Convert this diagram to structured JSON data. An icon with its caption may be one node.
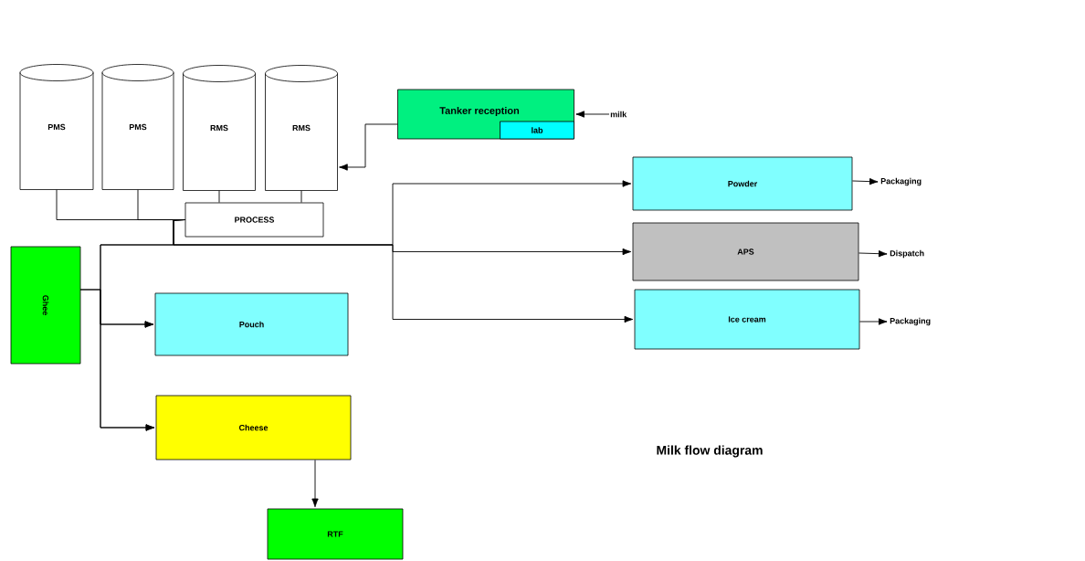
{
  "diagram": {
    "title": "Milk flow diagram",
    "nodes": [
      {
        "text": [
          "PMS"
        ]
      },
      {
        "text": [
          "PMS"
        ]
      },
      {
        "text": [
          "RMS"
        ]
      },
      {
        "text": [
          "RMS"
        ]
      },
      {
        "text": [
          "Tanker reception"
        ]
      },
      {
        "text": [
          "lab"
        ],
        "in": 4
      },
      {
        "text": [
          "milk"
        ]
      },
      {
        "text": [
          "PROCESS"
        ]
      },
      {
        "text": [
          "Ghee"
        ]
      },
      {
        "text": [
          "Pouch"
        ]
      },
      {
        "text": [
          "Cheese"
        ]
      },
      {
        "text": [
          "RTF"
        ]
      },
      {
        "text": [
          "Powder"
        ]
      },
      {
        "text": [
          "APS"
        ]
      },
      {
        "text": [
          "Ice cream"
        ]
      },
      {
        "text": [
          "Packaging"
        ]
      },
      {
        "text": [
          "Dispatch"
        ]
      },
      {
        "text": [
          "Packaging"
        ]
      }
    ],
    "edges": [
      {
        "from": 6,
        "to": 4,
        "arrow": "to"
      },
      {
        "from": 4,
        "to": 3,
        "arrow": "to"
      },
      {
        "from": 0,
        "to": 7,
        "arrow": "none"
      },
      {
        "from": 1,
        "to": 7,
        "arrow": "none"
      },
      {
        "from": 2,
        "to": 7,
        "arrow": "none"
      },
      {
        "from": 3,
        "to": 7,
        "arrow": "none"
      },
      {
        "from": 7,
        "to": 12,
        "arrow": "to"
      },
      {
        "from": 7,
        "to": 13,
        "arrow": "to"
      },
      {
        "from": 7,
        "to": 14,
        "arrow": "to"
      },
      {
        "from": 7,
        "to": 9,
        "arrow": "to"
      },
      {
        "from": 7,
        "to": 10,
        "arrow": "to"
      },
      {
        "from": 8,
        "to": 9,
        "arrow": "to"
      },
      {
        "from": 8,
        "to": 10,
        "arrow": "to"
      },
      {
        "from": 10,
        "to": 11,
        "arrow": "to"
      },
      {
        "from": 12,
        "to": 15,
        "arrow": "to"
      },
      {
        "from": 13,
        "to": 16,
        "arrow": "to"
      },
      {
        "from": 14,
        "to": 17,
        "arrow": "to"
      }
    ]
  }
}
